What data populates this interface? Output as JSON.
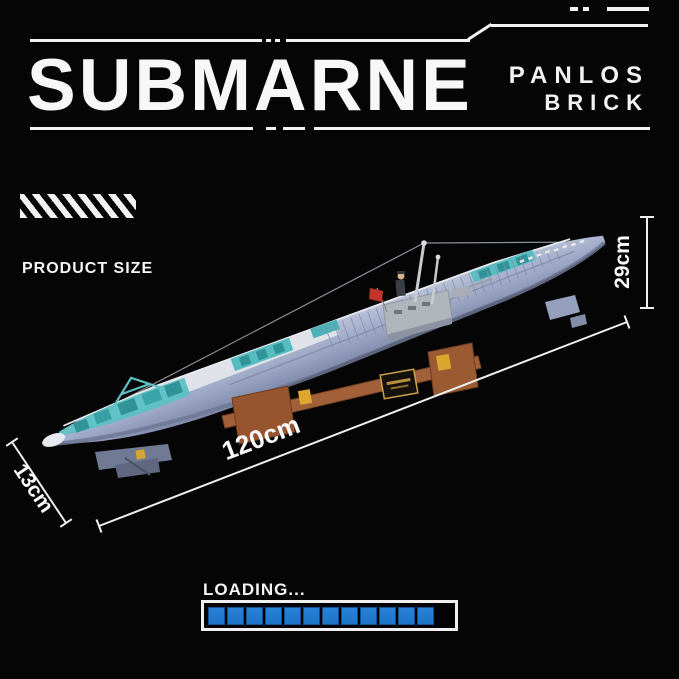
{
  "header": {
    "title": "SUBMARNE",
    "brand_line1": "PANLOS",
    "brand_line2": "BRICK"
  },
  "section_label": {
    "product_size": "PRODUCT SIZE"
  },
  "dimensions": {
    "height": "29cm",
    "length": "120cm",
    "beam": "13cm"
  },
  "loading": {
    "label": "LOADING...",
    "filled_segments": 12,
    "total_segments": 14
  },
  "colors": {
    "progress_blue": "#1d74c9",
    "hull_periwinkle": "#9aa5c4",
    "deck_teal": "#55bcc0",
    "stand_brown": "#9a5a32",
    "accent_yellow": "#d9a72e",
    "flag_red": "#c23328",
    "text_white": "#f5f5f5"
  }
}
